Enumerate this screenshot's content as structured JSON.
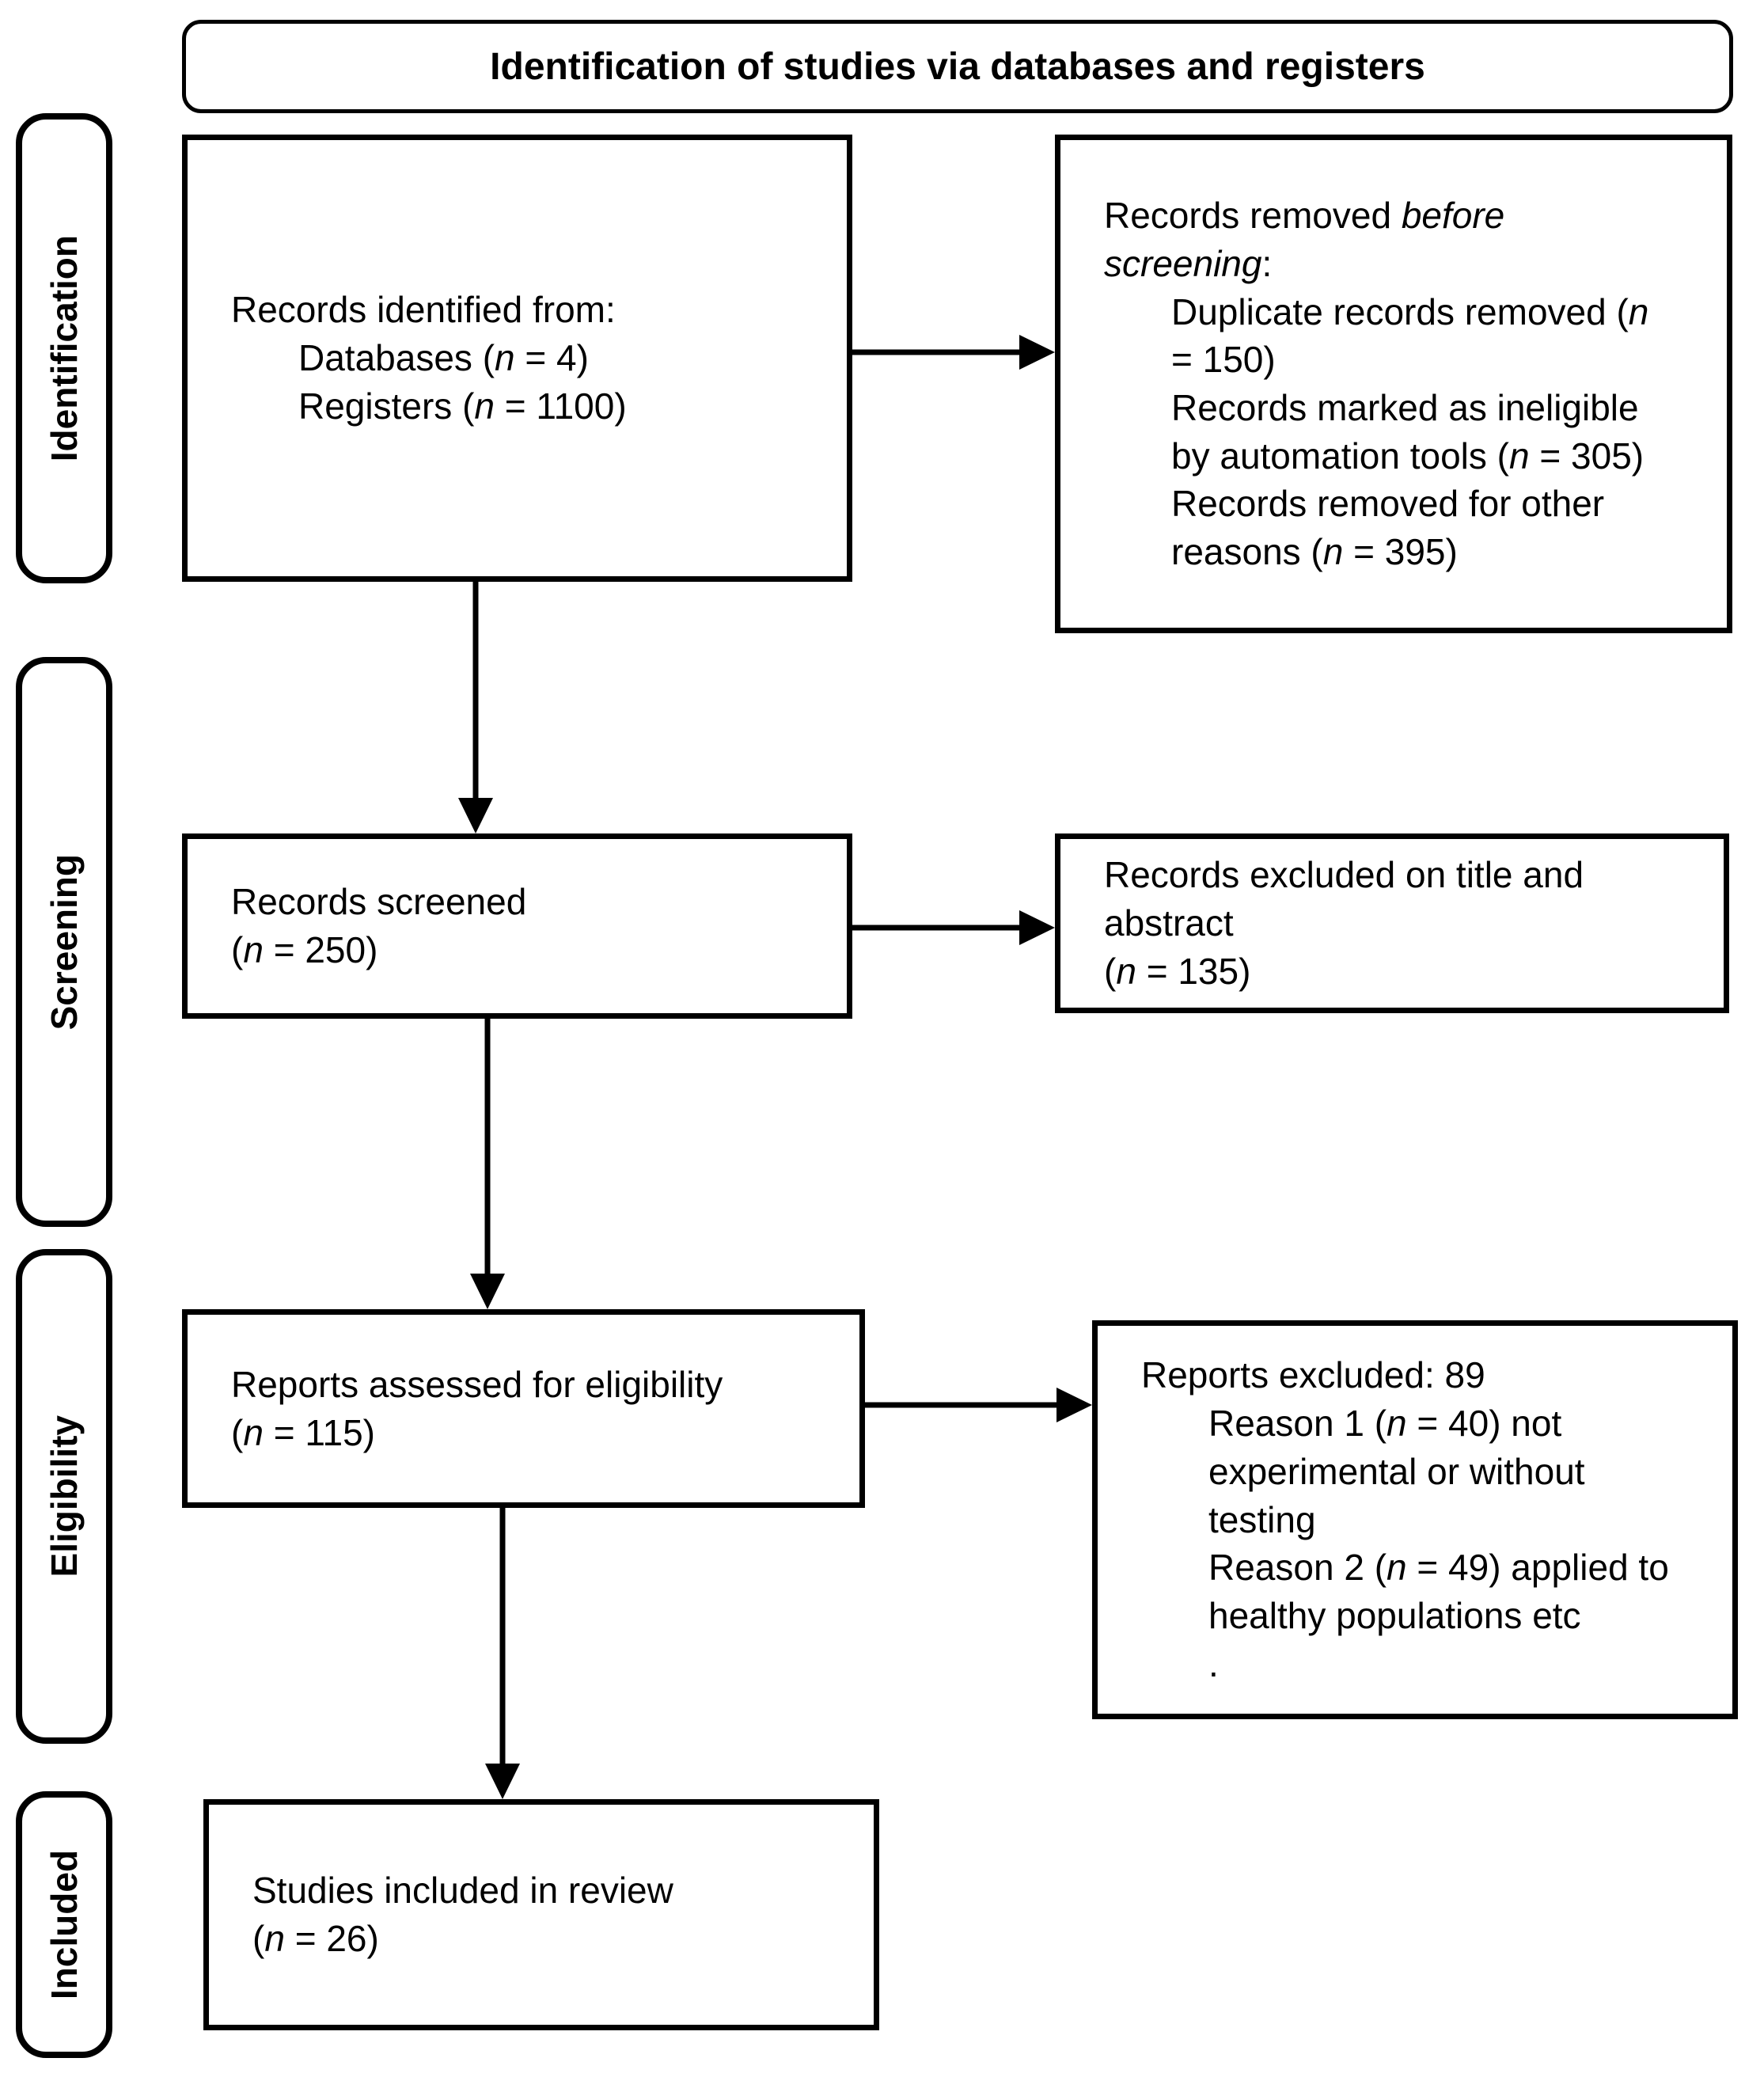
{
  "title": {
    "label": "Identification of studies via databases and registers"
  },
  "sidebar": {
    "items": [
      {
        "label": "Identification"
      },
      {
        "label": "Screening"
      },
      {
        "label": "Eligibility"
      },
      {
        "label": "Included"
      }
    ]
  },
  "colors": {
    "border": "#000000",
    "background": "#ffffff",
    "text": "#000000"
  },
  "boxes": {
    "records_identified": {
      "lines": [
        {
          "segments": [
            {
              "t": "Records identified from:"
            }
          ]
        },
        {
          "segments": [
            {
              "t": "Databases ("
            },
            {
              "t": "n",
              "i": true
            },
            {
              "t": " = 4)"
            }
          ]
        },
        {
          "segments": [
            {
              "t": "Registers ("
            },
            {
              "t": "n",
              "i": true
            },
            {
              "t": " = 1100)"
            }
          ]
        }
      ]
    },
    "records_removed": {
      "lines": [
        {
          "segments": [
            {
              "t": "Records removed "
            },
            {
              "t": "before",
              "i": true
            }
          ]
        },
        {
          "segments": [
            {
              "t": "screening",
              "i": true
            },
            {
              "t": ":"
            }
          ]
        },
        {
          "segments": [
            {
              "t": "Duplicate records removed ("
            },
            {
              "t": "n",
              "i": true
            }
          ]
        },
        {
          "segments": [
            {
              "t": "= 150)"
            }
          ]
        },
        {
          "segments": [
            {
              "t": "Records marked as ineligible"
            }
          ]
        },
        {
          "segments": [
            {
              "t": "by automation tools ("
            },
            {
              "t": "n",
              "i": true
            },
            {
              "t": " = 305)"
            }
          ]
        },
        {
          "segments": [
            {
              "t": "Records removed for other"
            }
          ]
        },
        {
          "segments": [
            {
              "t": "reasons ("
            },
            {
              "t": "n",
              "i": true
            },
            {
              "t": " = 395)"
            }
          ]
        }
      ]
    },
    "records_screened": {
      "lines": [
        {
          "segments": [
            {
              "t": "Records screened"
            }
          ]
        },
        {
          "segments": [
            {
              "t": "("
            },
            {
              "t": "n",
              "i": true
            },
            {
              "t": " = 250)"
            }
          ]
        }
      ]
    },
    "records_excluded": {
      "lines": [
        {
          "segments": [
            {
              "t": "Records excluded on title and"
            }
          ]
        },
        {
          "segments": [
            {
              "t": "abstract"
            }
          ]
        },
        {
          "segments": [
            {
              "t": "("
            },
            {
              "t": "n",
              "i": true
            },
            {
              "t": " = 135)"
            }
          ]
        }
      ]
    },
    "reports_assessed": {
      "lines": [
        {
          "segments": [
            {
              "t": "Reports assessed for eligibility"
            }
          ]
        },
        {
          "segments": [
            {
              "t": "("
            },
            {
              "t": "n",
              "i": true
            },
            {
              "t": " = 115)"
            }
          ]
        }
      ]
    },
    "reports_excluded": {
      "lines": [
        {
          "segments": [
            {
              "t": "Reports excluded: 89"
            }
          ]
        },
        {
          "segments": [
            {
              "t": "Reason 1 ("
            },
            {
              "t": "n",
              "i": true
            },
            {
              "t": " = 40) not"
            }
          ]
        },
        {
          "segments": [
            {
              "t": "experimental or without"
            }
          ]
        },
        {
          "segments": [
            {
              "t": "testing"
            }
          ]
        },
        {
          "segments": [
            {
              "t": "Reason 2 ("
            },
            {
              "t": "n",
              "i": true
            },
            {
              "t": " = 49) applied to"
            }
          ]
        },
        {
          "segments": [
            {
              "t": "healthy populations etc"
            }
          ]
        },
        {
          "segments": [
            {
              "t": "."
            }
          ]
        }
      ]
    },
    "studies_included": {
      "lines": [
        {
          "segments": [
            {
              "t": "Studies included in review"
            }
          ]
        },
        {
          "segments": [
            {
              "t": "("
            },
            {
              "t": "n",
              "i": true
            },
            {
              "t": " = 26)"
            }
          ]
        }
      ]
    }
  }
}
